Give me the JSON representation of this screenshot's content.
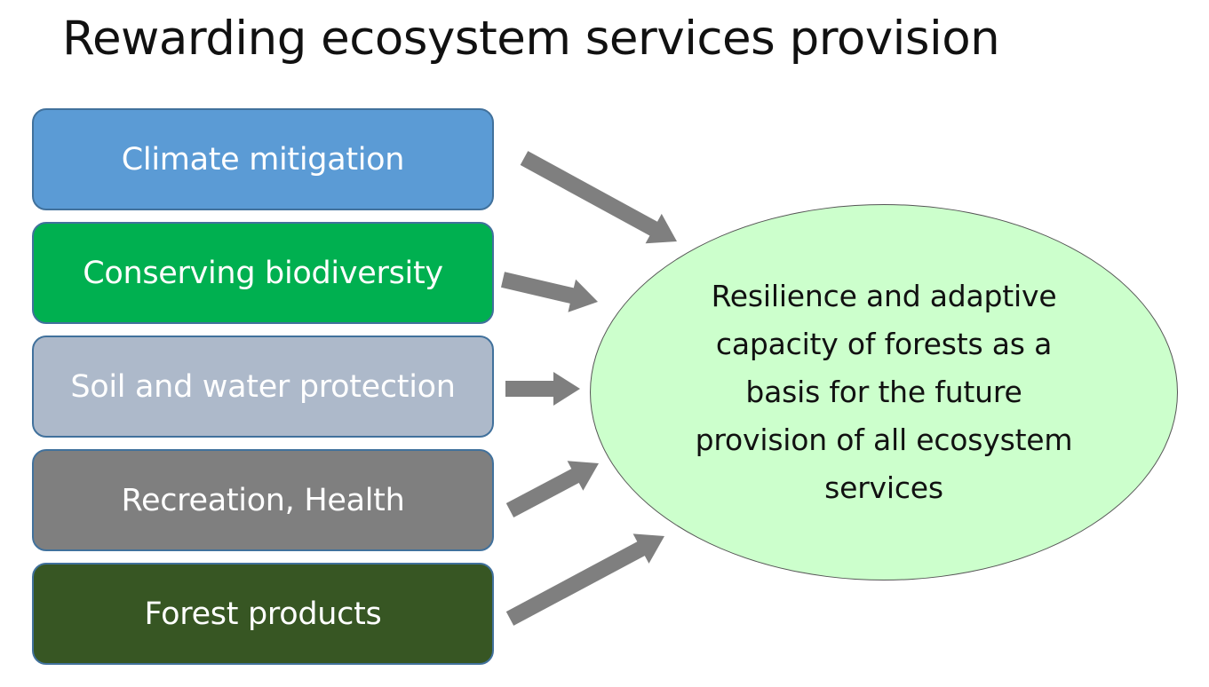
{
  "title": "Rewarding ecosystem services provision",
  "services": [
    {
      "label": "Climate mitigation",
      "color": "#5b9bd5"
    },
    {
      "label": "Conserving biodiversity",
      "color": "#00b050"
    },
    {
      "label": "Soil and water protection",
      "color": "#adb9ca"
    },
    {
      "label": "Recreation, Health",
      "color": "#7f7f7f"
    },
    {
      "label": "Forest products",
      "color": "#375623"
    }
  ],
  "arrow_color": "#7f7f7f",
  "outcome": {
    "text": "Resilience and adaptive capacity of forests as a basis for the future provision of all ecosystem services",
    "fill": "#ccffcc"
  }
}
